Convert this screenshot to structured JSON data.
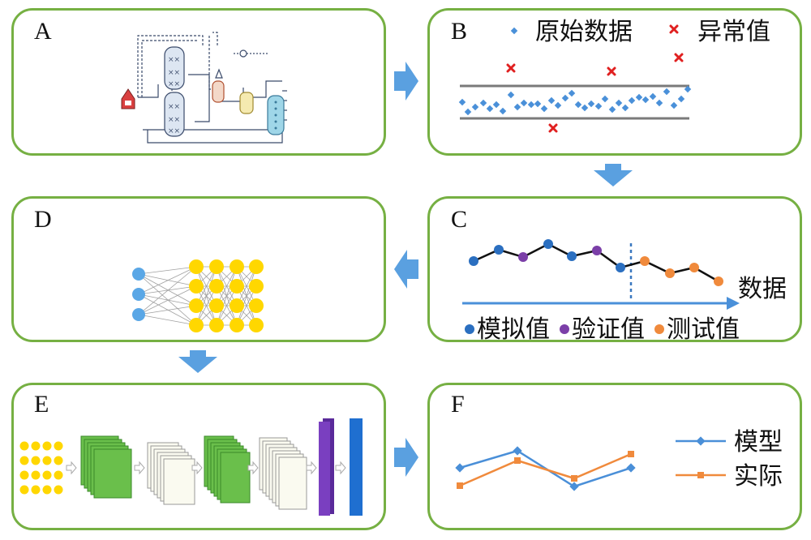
{
  "panels": [
    {
      "id": "A",
      "label": "A"
    },
    {
      "id": "B",
      "label": "B"
    },
    {
      "id": "C",
      "label": "C"
    },
    {
      "id": "D",
      "label": "D"
    },
    {
      "id": "E",
      "label": "E"
    },
    {
      "id": "F",
      "label": "F"
    }
  ],
  "panel_b": {
    "legend_raw": "原始数据",
    "legend_outlier": "异常值"
  },
  "panel_c": {
    "axis_label": "数据",
    "legend_sim": "模拟值",
    "legend_val": "验证值",
    "legend_test": "测试值"
  },
  "panel_f": {
    "legend_model": "模型",
    "legend_actual": "实际"
  },
  "colors": {
    "border": "#76b043",
    "arrow": "#5aa0e0",
    "blue": "#2b6fc0",
    "purple": "#7b3fa8",
    "orange": "#f08a3c",
    "yellow": "#ffd700",
    "red": "#e02020",
    "green": "#6abf4b"
  }
}
